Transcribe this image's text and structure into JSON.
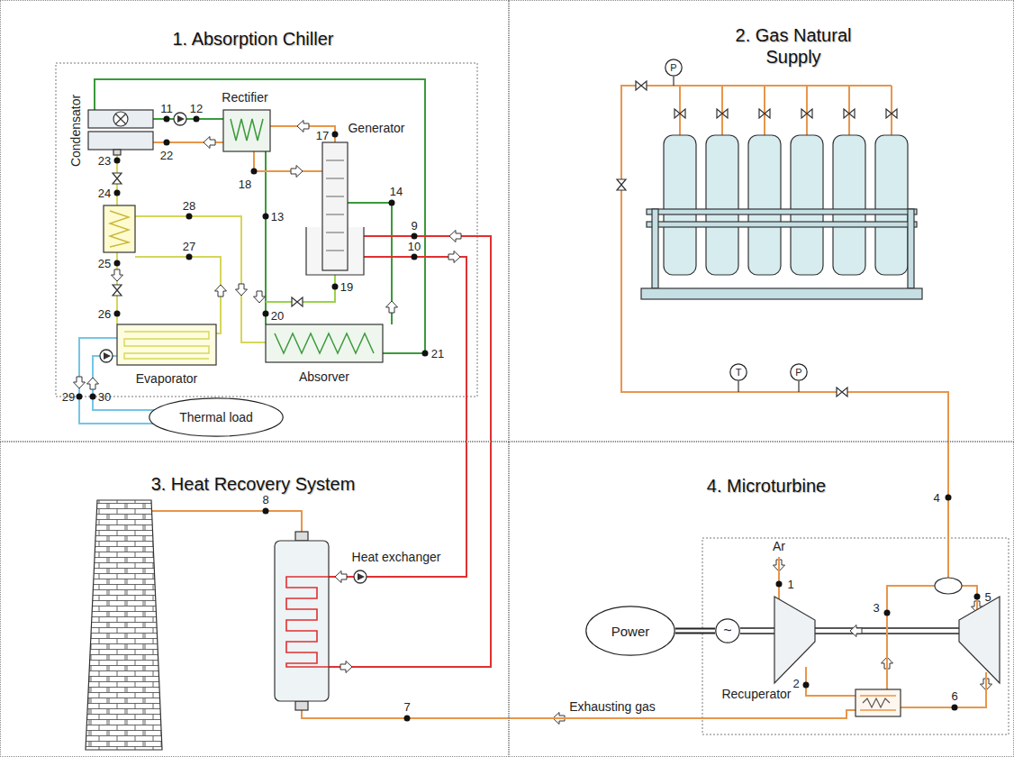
{
  "diagram": {
    "nodes": [
      {
        "text": [
          "1. Absorption Chiller"
        ]
      },
      {
        "text": [
          "2. Gas Natural Supply"
        ]
      },
      {
        "text": [
          "3. Heat Recovery System"
        ]
      },
      {
        "text": [
          "4. Microturbine"
        ]
      },
      {
        "text": [
          "Thermal load"
        ],
        "in": 0
      },
      {
        "text": [
          "P"
        ],
        "in": 1
      },
      {
        "text": [
          "T"
        ],
        "in": 1
      },
      {
        "text": [
          "P"
        ],
        "in": 1
      },
      {
        "text": [
          "Power"
        ],
        "in": 3
      },
      {
        "text": [
          "~"
        ],
        "in": 3
      }
    ],
    "edges": [
      {
        "from": 8,
        "to": 9,
        "arrow": "none"
      }
    ],
    "labels": [
      "Condensator",
      "Rectifier",
      "Generator",
      "Evaporator",
      "Absorver",
      "Heat exchanger",
      "Recuperator",
      "Exhausting gas",
      "Ar",
      "1",
      "2",
      "3",
      "4",
      "5",
      "6",
      "7",
      "8",
      "9",
      "10",
      "11",
      "12",
      "13",
      "14",
      "17",
      "18",
      "19",
      "20",
      "21",
      "22",
      "23",
      "24",
      "25",
      "26",
      "27",
      "28",
      "29",
      "30"
    ]
  }
}
